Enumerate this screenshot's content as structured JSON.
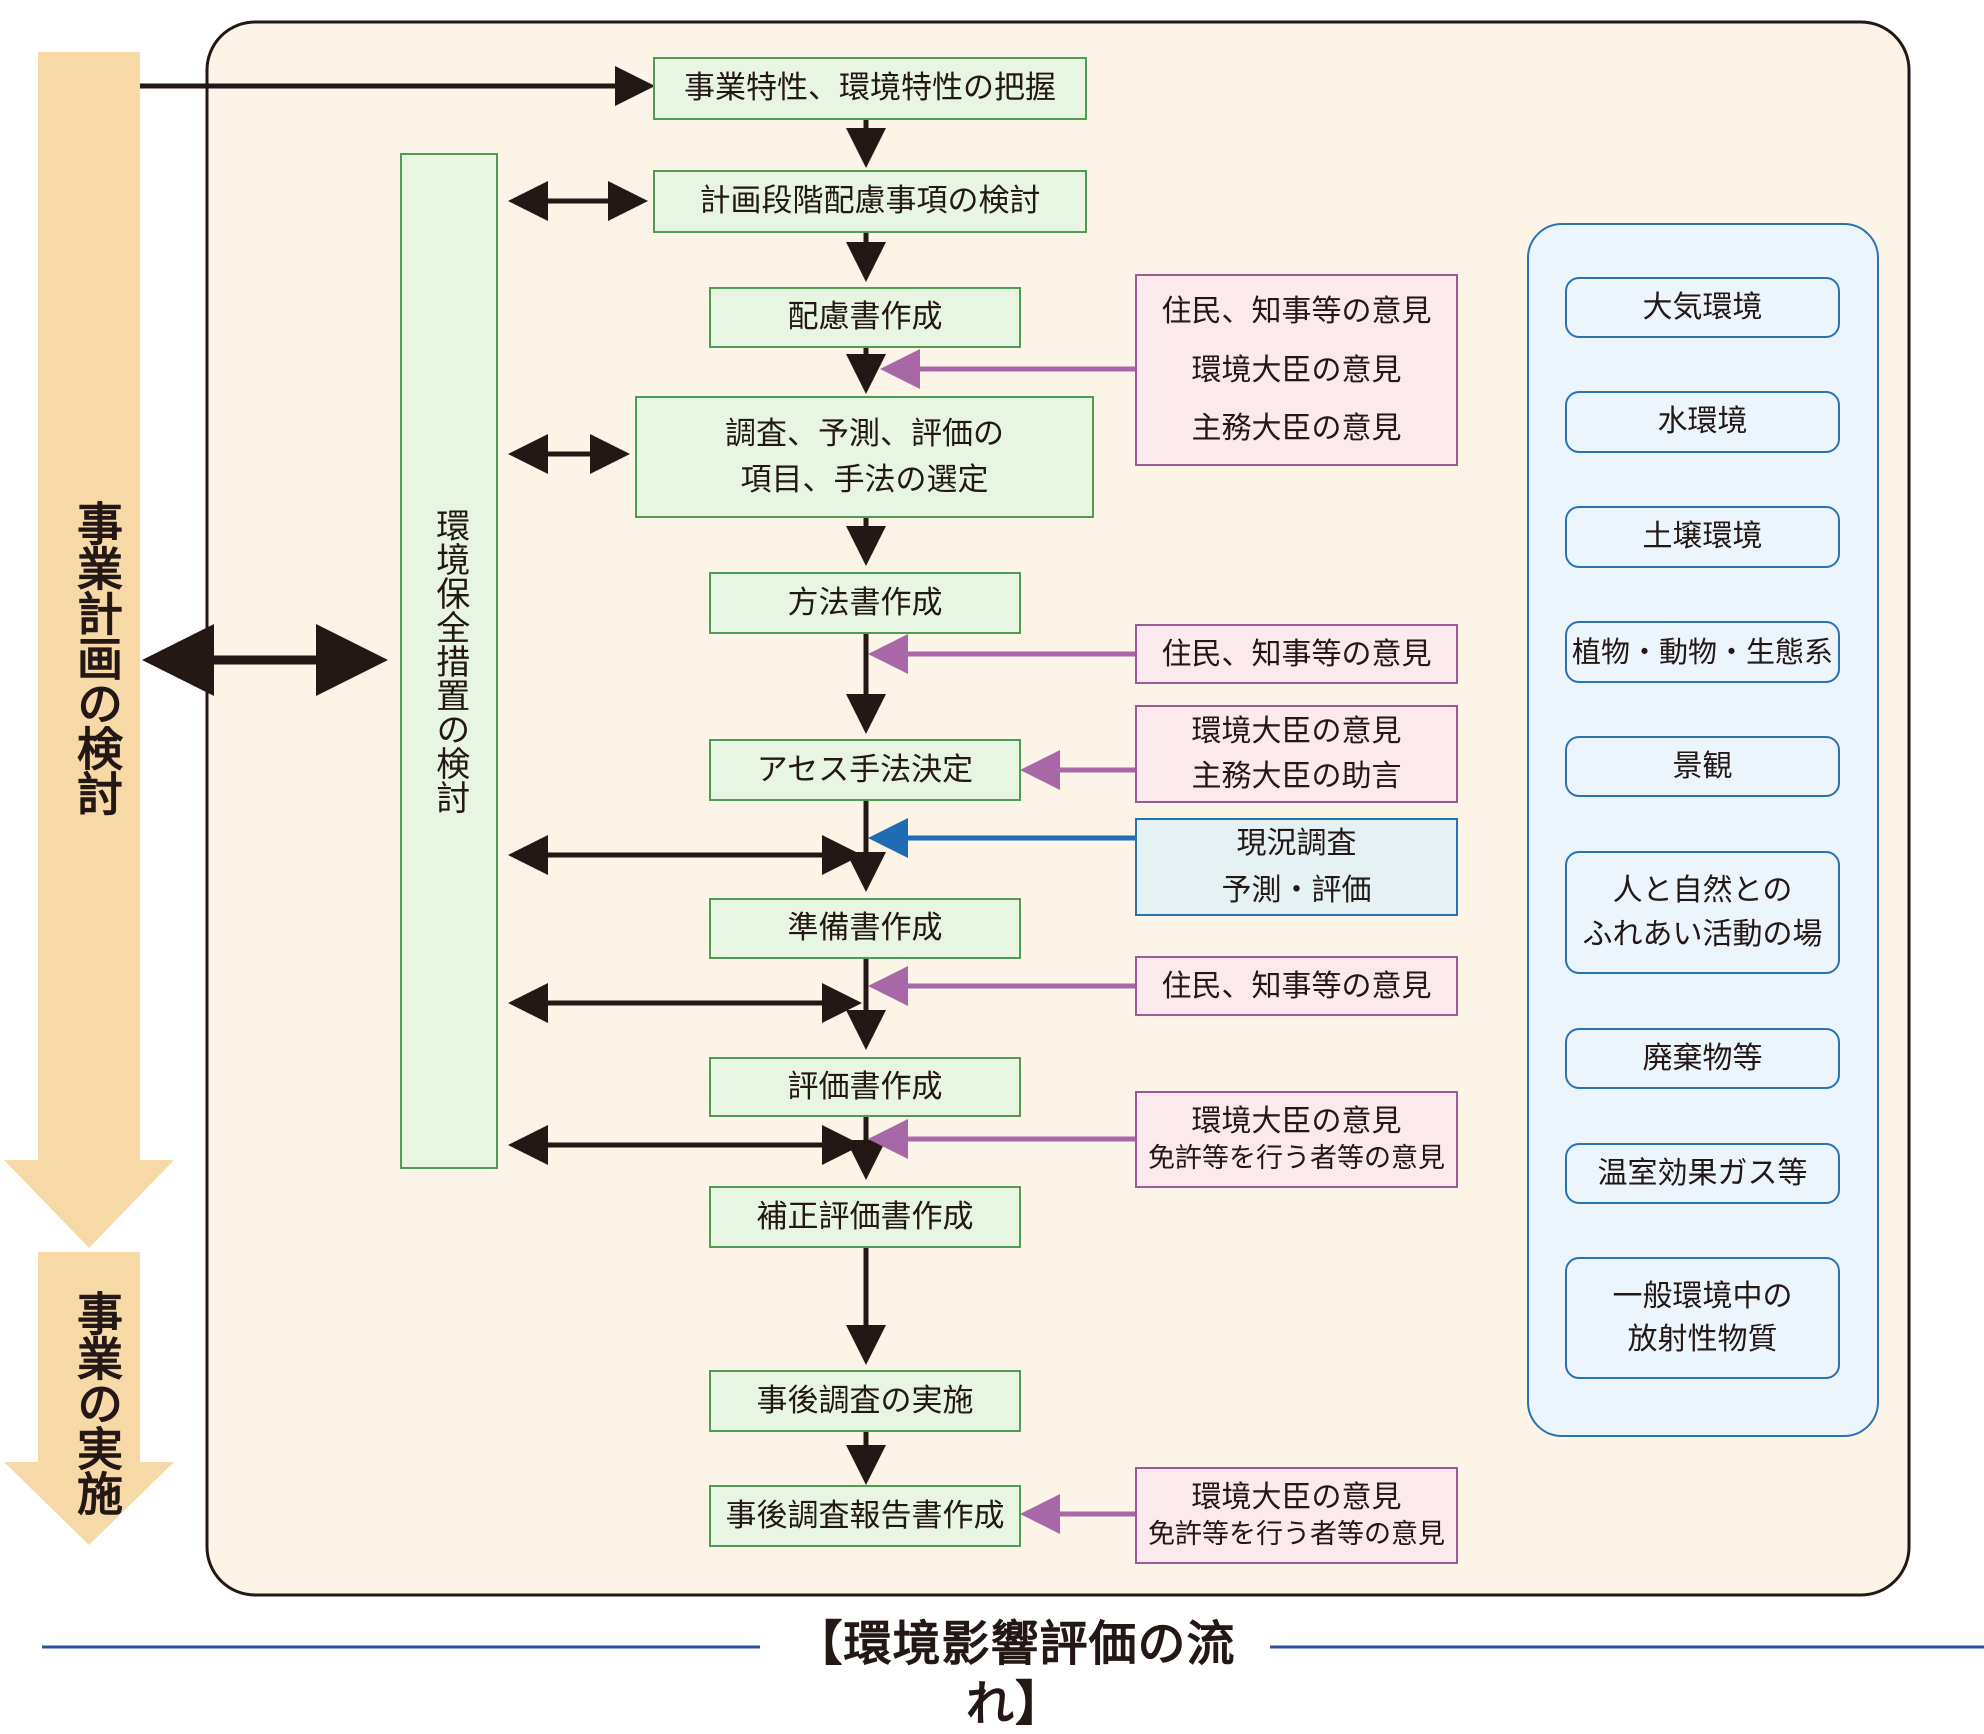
{
  "caption": "【環境影響評価の流れ】",
  "left_arrows": {
    "planning": "事業計画の検討",
    "implementation": "事業の実施"
  },
  "conservation_measures": "環境保全措置の検討",
  "flow": {
    "step1": "事業特性、環境特性の把握",
    "step2": "計画段階配慮事項の検討",
    "step3": "配慮書作成",
    "step4": [
      "調査、予測、評価の",
      "項目、手法の選定"
    ],
    "step5": "方法書作成",
    "step6": "アセス手法決定",
    "step7": "準備書作成",
    "step8": "評価書作成",
    "step9": "補正評価書作成",
    "step10": "事後調査の実施",
    "step11": "事後調査報告書作成"
  },
  "opinions": {
    "o1": [
      "住民、知事等の意見",
      "環境大臣の意見",
      "主務大臣の意見"
    ],
    "o2": "住民、知事等の意見",
    "o3": [
      "環境大臣の意見",
      "主務大臣の助言"
    ],
    "o4": "住民、知事等の意見",
    "o5": [
      "環境大臣の意見",
      "免許等を行う者等の意見"
    ],
    "o6": [
      "環境大臣の意見",
      "免許等を行う者等の意見"
    ]
  },
  "survey": [
    "現況調査",
    "予測・評価"
  ],
  "env_items": [
    [
      "大気環境"
    ],
    [
      "水環境"
    ],
    [
      "土壌環境"
    ],
    [
      "植物・動物・生態系"
    ],
    [
      "景観"
    ],
    [
      "人と自然との",
      "ふれあい活動の場"
    ],
    [
      "廃棄物等"
    ],
    [
      "温室効果ガス等"
    ],
    [
      "一般環境中の",
      "放射性物質"
    ]
  ],
  "colors": {
    "main_background": "#fcf4e6",
    "flow_box_fill": "#e8f5e3",
    "flow_box_border": "#4f9d52",
    "opinion_fill": "#fbe9ee",
    "opinion_border": "#9b5c96",
    "opinion_arrow": "#a868a8",
    "survey_arrow": "#1f6cb5",
    "item_border": "#2a73b3",
    "left_arrow": "#f6d9a7",
    "caption_line": "#2b4f9c"
  }
}
